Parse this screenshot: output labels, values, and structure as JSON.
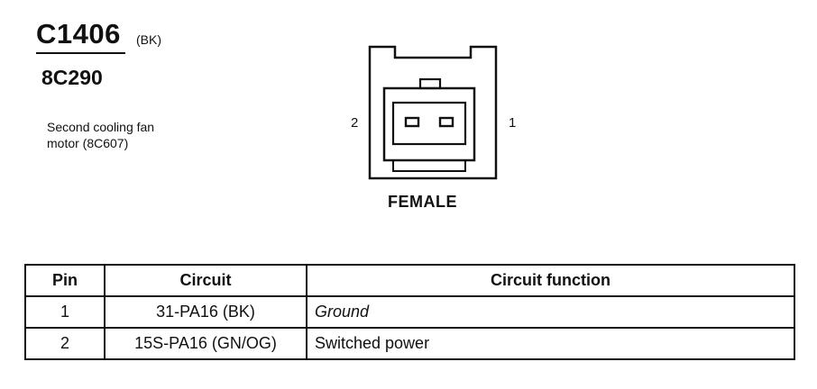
{
  "connector": {
    "id": "C1406",
    "color_code": "(BK)",
    "part_number": "8C290",
    "description_lines": [
      "Second cooling fan",
      "motor (8C607)"
    ],
    "gender": "FEMALE",
    "pin_labels": {
      "left": "2",
      "right": "1"
    }
  },
  "table": {
    "headers": {
      "pin": "Pin",
      "circuit": "Circuit",
      "function": "Circuit function"
    },
    "rows": [
      {
        "pin": "1",
        "circuit": "31-PA16 (BK)",
        "function": "Ground"
      },
      {
        "pin": "2",
        "circuit": "15S-PA16 (GN/OG)",
        "function": "Switched power"
      }
    ]
  }
}
